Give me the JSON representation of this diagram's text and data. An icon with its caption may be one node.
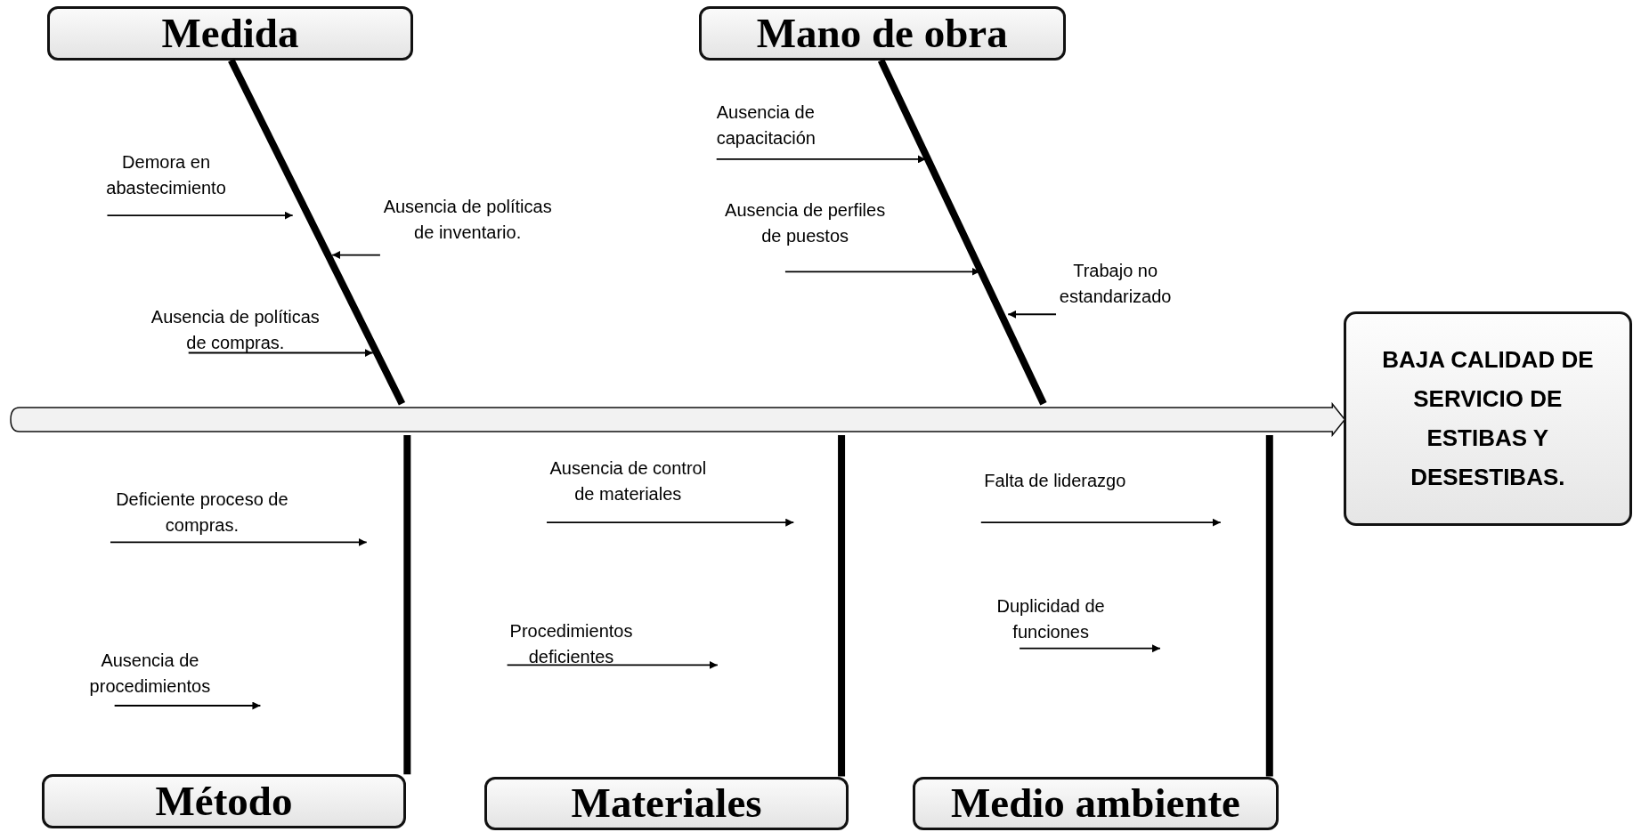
{
  "diagram": {
    "nodes": [
      {
        "text": [
          "Medida"
        ]
      },
      {
        "text": [
          "Mano de obra"
        ]
      },
      {
        "text": [
          "Ausencia de capacitación"
        ]
      },
      {
        "text": [
          "Demora en abastecimiento"
        ]
      },
      {
        "text": [
          "Ausencia de políticas de inventario."
        ]
      },
      {
        "text": [
          "Ausencia de perfiles de puestos"
        ]
      },
      {
        "text": [
          "Trabajo no estandarizado"
        ]
      },
      {
        "text": [
          "Ausencia de políticas de compras."
        ]
      },
      {
        "text": [
          "BAJA CALIDAD DE SERVICIO DE ESTIBAS Y DESESTIBAS."
        ]
      },
      {
        "text": [],
        "shape": "arrow"
      },
      {
        "text": [
          "Ausencia de control de materiales"
        ]
      },
      {
        "text": [
          "Falta de liderazgo"
        ]
      },
      {
        "text": [
          "Deficiente proceso de compras."
        ]
      },
      {
        "text": [
          "Duplicidad de funciones"
        ]
      },
      {
        "text": [
          "Procedimientos deficientes"
        ]
      },
      {
        "text": [
          "Ausencia de procedimientos"
        ]
      },
      {
        "text": [
          "Método"
        ]
      },
      {
        "text": [
          "Materiales"
        ]
      },
      {
        "text": [
          "Medio ambiente"
        ]
      }
    ],
    "edges": [
      {
        "from": 0,
        "to": 9,
        "arrow": "none",
        "style": "thick"
      },
      {
        "from": 1,
        "to": 9,
        "arrow": "none",
        "style": "thick"
      },
      {
        "from": 16,
        "to": 9,
        "arrow": "none",
        "style": "thick"
      },
      {
        "from": 17,
        "to": 9,
        "arrow": "none",
        "style": "thick"
      },
      {
        "from": 18,
        "to": 9,
        "arrow": "none",
        "style": "thick"
      },
      {
        "from": 2,
        "to": null,
        "arrow": "to"
      },
      {
        "from": 3,
        "to": null,
        "arrow": "to"
      },
      {
        "from": 4,
        "to": null,
        "arrow": "to"
      },
      {
        "from": 5,
        "to": null,
        "arrow": "to"
      },
      {
        "from": 6,
        "to": null,
        "arrow": "to"
      },
      {
        "from": 7,
        "to": null,
        "arrow": "to"
      },
      {
        "from": 10,
        "to": null,
        "arrow": "to"
      },
      {
        "from": 11,
        "to": null,
        "arrow": "to"
      },
      {
        "from": 12,
        "to": null,
        "arrow": "to"
      },
      {
        "from": 13,
        "to": null,
        "arrow": "to"
      },
      {
        "from": 14,
        "to": null,
        "arrow": "to"
      },
      {
        "from": 15,
        "to": null,
        "arrow": "to"
      }
    ]
  }
}
